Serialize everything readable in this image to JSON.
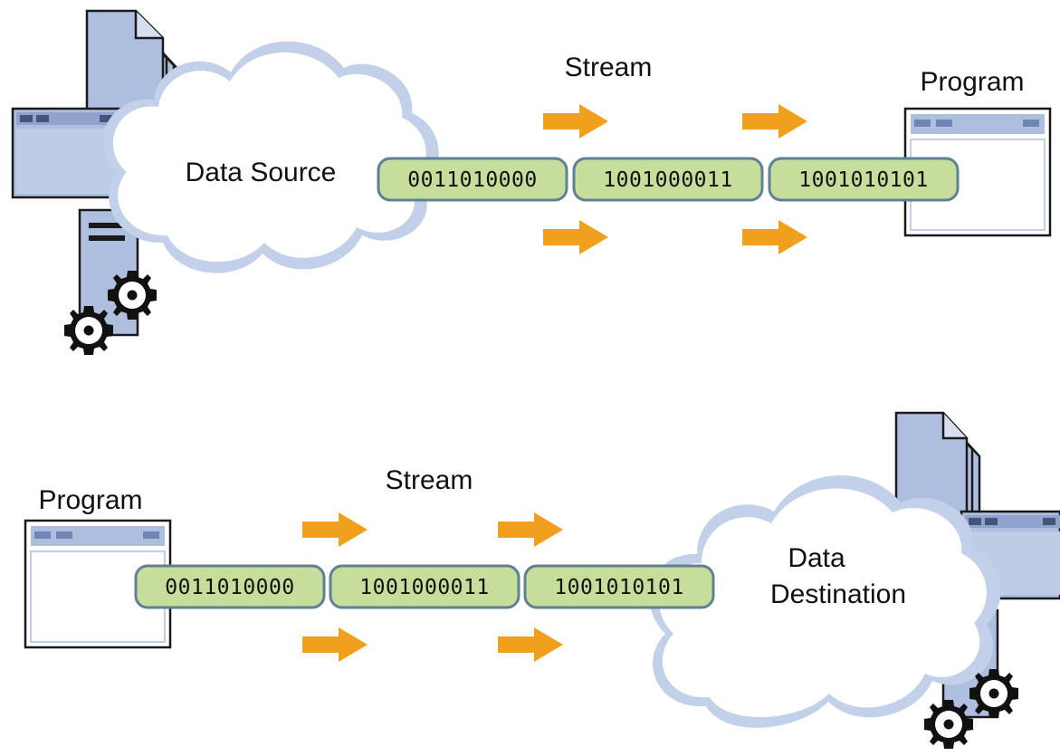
{
  "colors": {
    "cloud_fill": "#ffffff",
    "cloud_edge": "#c3d0ea",
    "device_fill": "#aebedf",
    "device_stroke": "#1a1a1a",
    "window_bar": "#aebedf",
    "segment_fill": "#c6dd9b",
    "segment_stroke": "#5f8193",
    "arrow": "#f0a01c"
  },
  "top_diagram": {
    "source_label": "Data Source",
    "stream_label": "Stream",
    "program_label": "Program",
    "segments": [
      "0011010000",
      "1001000011",
      "1001010101"
    ]
  },
  "bottom_diagram": {
    "program_label": "Program",
    "stream_label": "Stream",
    "destination_label_line1": "Data",
    "destination_label_line2": "Destination",
    "segments": [
      "0011010000",
      "1001000011",
      "1001010101"
    ]
  },
  "icons": [
    "document-stack-icon",
    "window-icon",
    "server-tower-icon",
    "gear-icon",
    "cloud-icon",
    "arrow-right-icon"
  ]
}
